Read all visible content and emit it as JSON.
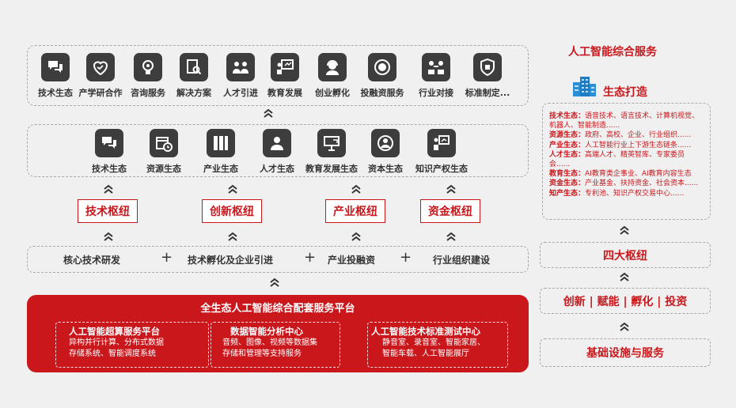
{
  "top_row": [
    {
      "label": "技术生态",
      "icon": "chat-bubbles-icon"
    },
    {
      "label": "产学研合作",
      "icon": "handshake-heart-icon"
    },
    {
      "label": "咨询服务",
      "icon": "lightbulb-gear-icon"
    },
    {
      "label": "解决方案",
      "icon": "document-search-icon"
    },
    {
      "label": "人才引进",
      "icon": "people-group-icon"
    },
    {
      "label": "教育发展",
      "icon": "teacher-board-icon"
    },
    {
      "label": "创业孵化",
      "icon": "headset-person-icon"
    },
    {
      "label": "投融资服务",
      "icon": "coin-icon"
    },
    {
      "label": "行业对接",
      "icon": "connect-people-icon"
    },
    {
      "label": "标准制定...",
      "icon": "standard-badge-icon"
    }
  ],
  "eco_row": [
    {
      "label": "技术生态",
      "icon": "chat-bubbles-icon"
    },
    {
      "label": "资源生态",
      "icon": "calendar-clock-icon"
    },
    {
      "label": "产业生态",
      "icon": "bookshelf-icon"
    },
    {
      "label": "人才生态",
      "icon": "person-card-icon"
    },
    {
      "label": "教育发展生态",
      "icon": "projector-board-icon"
    },
    {
      "label": "资本生态",
      "icon": "people-circle-icon"
    },
    {
      "label": "知识产权生态",
      "icon": "presenter-chart-icon"
    }
  ],
  "hubs": [
    "技术枢纽",
    "创新枢纽",
    "产业枢纽",
    "资金枢纽"
  ],
  "capabilities": [
    "核心技术研发",
    "技术孵化及企业引进",
    "产业投融资",
    "行业组织建设"
  ],
  "plus_sign": "+",
  "platform": {
    "title": "全生态人工智能综合配套服务平台",
    "boxes": [
      {
        "title": "人工智能超算服务平台",
        "lines": [
          "异构并行计算、分布式数据",
          "存储系统、智能调度系统"
        ]
      },
      {
        "title": "数据智能分析中心",
        "lines": [
          "音频、图像、视频等数据集",
          "存储和管理等支持服务"
        ]
      },
      {
        "title": "人工智能技术标准测试中心",
        "lines": [
          "静音室、录音室、智能家居、",
          "智能车载、人工智能展厅"
        ]
      }
    ]
  },
  "right": {
    "title": "人工智能综合服务",
    "eco_title": "生态打造",
    "eco_lines": [
      {
        "key": "技术生态：",
        "text": "语音技术、语言技术、计算机视觉、"
      },
      {
        "key": "",
        "text": "机器人、智能制造......"
      },
      {
        "key": "资源生态：",
        "text": "政府、高校、企业、行业组织......"
      },
      {
        "key": "产业生态：",
        "text": "人工智能行业上下游生态链条......"
      },
      {
        "key": "人才生态：",
        "text": "高端人才、精英智库、专家委员"
      },
      {
        "key": "",
        "text": "会......"
      },
      {
        "key": "教育生态：",
        "text": "AI教育类企事业、AI教育内容生态"
      },
      {
        "key": "资金生态：",
        "text": "产业基金、扶持资金、社会资本......"
      },
      {
        "key": "知产生态：",
        "text": "专利池、知识产权交易中心......"
      }
    ],
    "hubs_box": "四大枢纽",
    "actions_box": "创新 | 赋能 | 孵化 | 投资",
    "infra_box": "基础设施与服务"
  },
  "colors": {
    "accent": "#c9171c",
    "icon_bg": "#3d3d3d",
    "background": "#f0f0f0"
  }
}
